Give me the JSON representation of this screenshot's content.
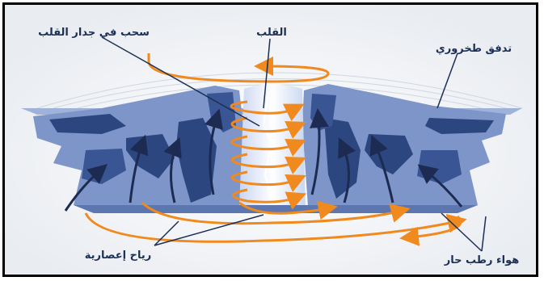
{
  "labels": {
    "eye_wall_clouds": "سحب في جدار القلب",
    "eye": "القلب",
    "outflow": "تدفق طخروري",
    "cyclonic_winds": "رياح إعصارية",
    "warm_moist_air": "هواء رطب حار"
  },
  "colors": {
    "cloud_light": "#7d95c8",
    "cloud_dark": "#2c4680",
    "arrow_orange": "#f08a1e",
    "arrow_dark": "#1d2b52",
    "pointer": "#1c2f55"
  }
}
